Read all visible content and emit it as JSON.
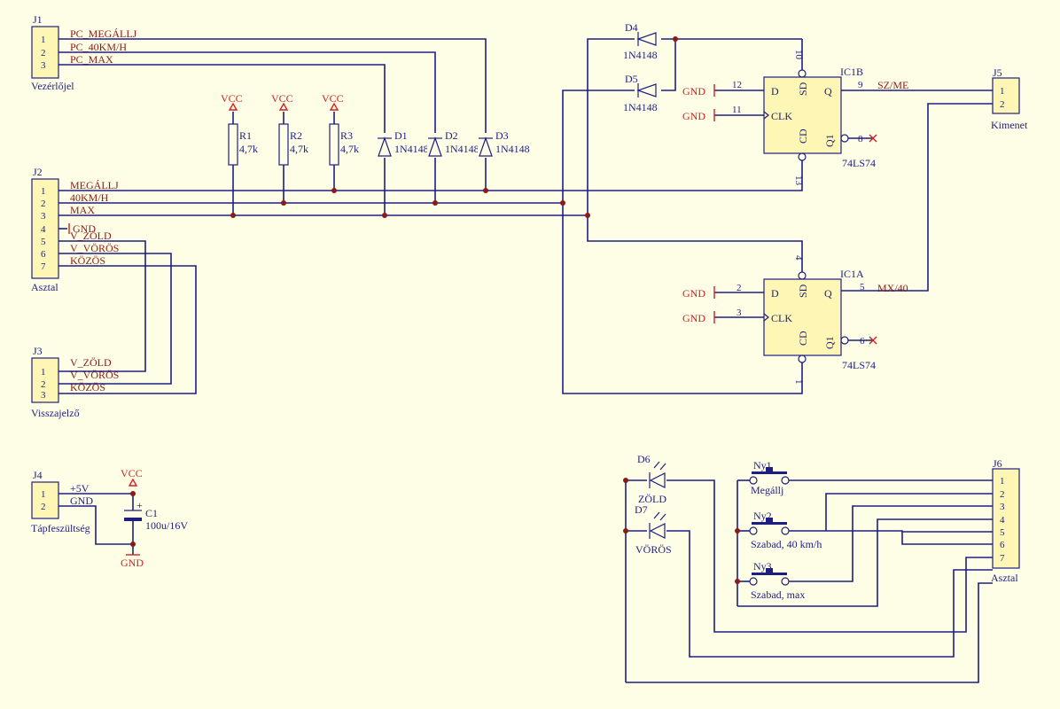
{
  "connectors": {
    "j1": {
      "ref": "J1",
      "name": "Vezérlőjel",
      "pins": [
        "1",
        "2",
        "3"
      ],
      "nets": [
        "PC_MEGÁLLJ",
        "PC_40KM/H",
        "PC_MAX"
      ]
    },
    "j2": {
      "ref": "J2",
      "name": "Asztal",
      "pins": [
        "1",
        "2",
        "3",
        "4",
        "5",
        "6",
        "7"
      ],
      "nets": [
        "MEGÁLLJ",
        "40KM/H",
        "MAX",
        "GND",
        "V_ZÖLD",
        "V_VÖRÖS",
        "KÖZÖS"
      ]
    },
    "j3": {
      "ref": "J3",
      "name": "Visszajelző",
      "pins": [
        "1",
        "2",
        "3"
      ],
      "nets": [
        "V_ZÖLD",
        "V_VÖRÖS",
        "KÖZÖS"
      ]
    },
    "j4": {
      "ref": "J4",
      "name": "Tápfeszültség",
      "pins": [
        "1",
        "2"
      ],
      "nets": [
        "+5V",
        "GND"
      ]
    },
    "j5": {
      "ref": "J5",
      "name": "Kimenet",
      "pins": [
        "1",
        "2"
      ]
    },
    "j6": {
      "ref": "J6",
      "name": "Asztal",
      "pins": [
        "1",
        "2",
        "3",
        "4",
        "5",
        "6",
        "7"
      ]
    }
  },
  "resistors": [
    {
      "ref": "R1",
      "value": "4,7k",
      "supply": "VCC"
    },
    {
      "ref": "R2",
      "value": "4,7k",
      "supply": "VCC"
    },
    {
      "ref": "R3",
      "value": "4,7k",
      "supply": "VCC"
    }
  ],
  "diodes": [
    {
      "ref": "D1",
      "value": "1N4148"
    },
    {
      "ref": "D2",
      "value": "1N4148"
    },
    {
      "ref": "D3",
      "value": "1N4148"
    },
    {
      "ref": "D4",
      "value": "1N4148"
    },
    {
      "ref": "D5",
      "value": "1N4148"
    }
  ],
  "leds": [
    {
      "ref": "D6",
      "label": "ZÖLD"
    },
    {
      "ref": "D7",
      "label": "VÖRÖS"
    }
  ],
  "switches": [
    {
      "ref": "Ny1",
      "label": "Megállj"
    },
    {
      "ref": "Ny2",
      "label": "Szabad, 40 km/h"
    },
    {
      "ref": "Ny3",
      "label": "Szabad, max"
    }
  ],
  "capacitor": {
    "ref": "C1",
    "value": "100u/16V",
    "polarity": "+"
  },
  "power": {
    "vcc": "VCC",
    "gnd": "GND"
  },
  "flipflops": {
    "ic1b": {
      "ref": "IC1B",
      "part": "74LS74",
      "pins": {
        "d": "12",
        "clk": "11",
        "sd": "10",
        "cd": "13",
        "q": "9",
        "qn": "8"
      },
      "out_net": "SZ/ME"
    },
    "ic1a": {
      "ref": "IC1A",
      "part": "74LS74",
      "pins": {
        "d": "2",
        "clk": "3",
        "sd": "4",
        "cd": "1",
        "q": "5",
        "qn": "6"
      },
      "out_net": "MX/40"
    },
    "pin_labels": {
      "d": "D",
      "clk": "CLK",
      "sd": "SD",
      "cd": "CD",
      "q": "Q",
      "qn": "Q1"
    }
  }
}
